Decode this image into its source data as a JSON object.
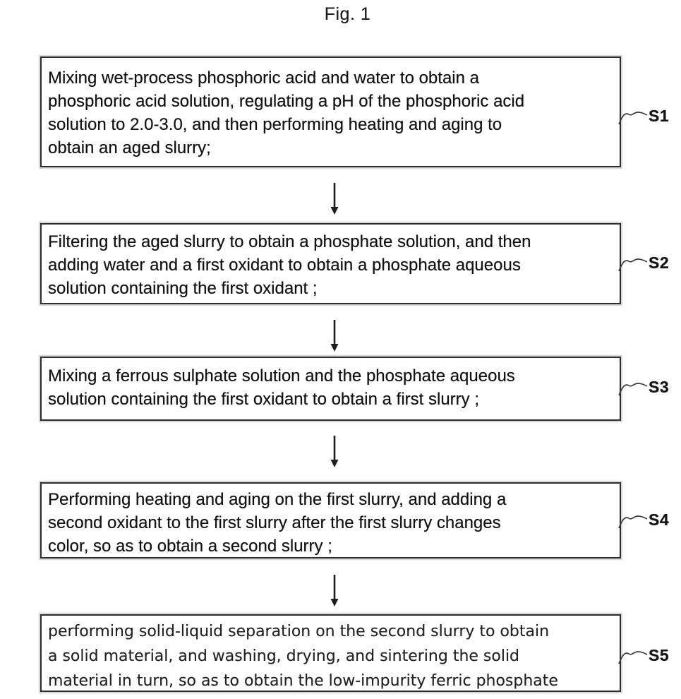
{
  "figure": {
    "title": "Fig. 1"
  },
  "colors": {
    "ink": "#111111",
    "box_border": "#2e2e2e",
    "scan_halo": "#d9d9d9",
    "background": "#ffffff"
  },
  "icons": {
    "down_arrow": "arrow-down-icon",
    "reference_connector": "reference-squiggle-icon"
  },
  "steps": [
    {
      "label": "S1",
      "lines": [
        "Mixing wet-process phosphoric acid and water to obtain a",
        "phosphoric acid solution, regulating a pH of the phosphoric acid",
        "solution to 2.0-3.0, and then performing heating and aging to",
        "obtain an aged slurry;"
      ]
    },
    {
      "label": "S2",
      "lines": [
        "Filtering the aged slurry to obtain a phosphate solution, and then",
        "adding water and a first oxidant to obtain a phosphate aqueous",
        "solution containing the first oxidant ;"
      ]
    },
    {
      "label": "S3",
      "lines": [
        "Mixing a ferrous sulphate solution and the phosphate aqueous",
        "solution containing the first oxidant to obtain a first slurry ;"
      ]
    },
    {
      "label": "S4",
      "lines": [
        "Performing heating and aging on the first slurry, and adding a",
        "second oxidant to the first slurry after the first slurry changes",
        "color, so as to obtain a second slurry ;"
      ]
    },
    {
      "label": "S5",
      "lines": [
        "performing solid-liquid separation on the second slurry to obtain",
        "a solid material, and washing, drying, and sintering the solid",
        "material in turn, so as to obtain the low-impurity ferric phosphate"
      ]
    }
  ]
}
